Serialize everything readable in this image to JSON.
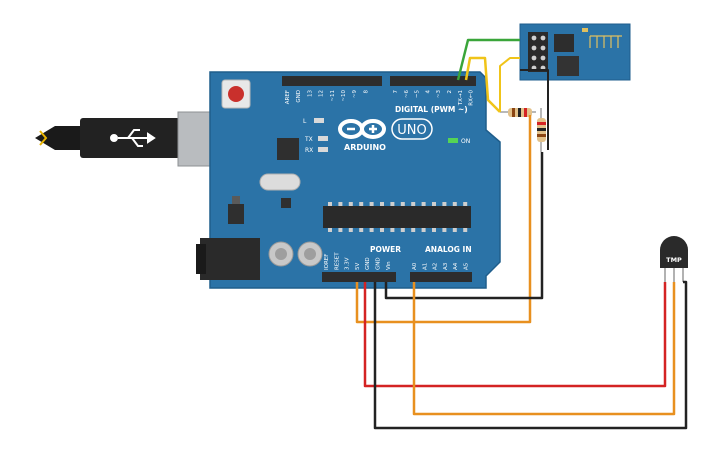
{
  "board": {
    "digital_header": "DIGITAL (PWM ~)",
    "brand": "ARDUINO",
    "model": "UNO",
    "power_header": "POWER",
    "analog_header": "ANALOG IN",
    "on_label": "ON",
    "led_labels": {
      "l": "L",
      "tx": "TX",
      "rx": "RX"
    },
    "top_pins": [
      "AREF",
      "GND",
      "13",
      "12",
      "~11",
      "~10",
      "~9",
      "8",
      "7",
      "~6",
      "~5",
      "4",
      "~3",
      "2",
      "TX→1",
      "RX←0"
    ],
    "power_pins": [
      "IOREF",
      "RESET",
      "3.3V",
      "5V",
      "GND",
      "GND",
      "Vin"
    ],
    "analog_pins": [
      "A0",
      "A1",
      "A2",
      "A3",
      "A4",
      "A5"
    ],
    "colors": {
      "board": "#2b73a7",
      "board_dark": "#1f5e8c",
      "header": "#2d2d2d"
    }
  },
  "sensor": {
    "label": "TMP"
  },
  "wires": {
    "colors": {
      "green": "#3aa53a",
      "yellow": "#f0c419",
      "orange": "#e8901f",
      "red": "#d42323",
      "black": "#222222"
    }
  },
  "icons": {
    "usb": "usb-icon",
    "infinity_logo": "arduino-infinity-icon"
  }
}
